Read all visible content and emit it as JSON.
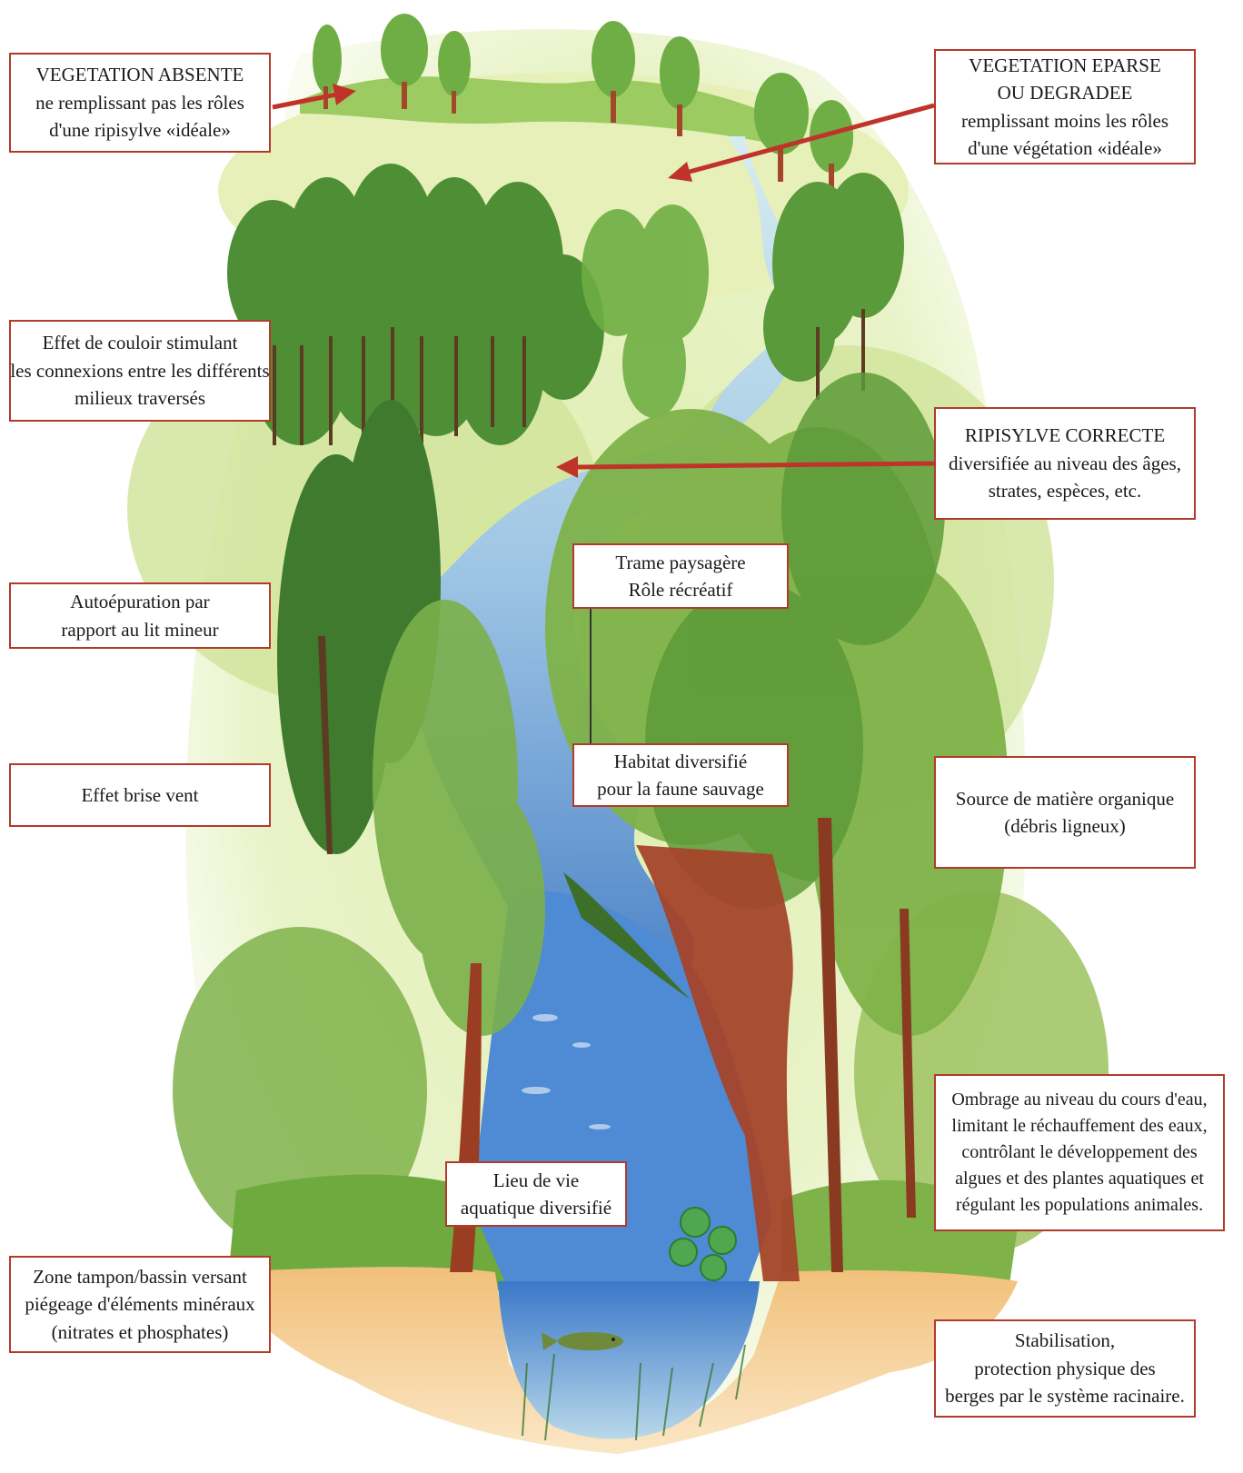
{
  "colors": {
    "border": "#b23a2c",
    "arrow": "#c0332a",
    "water": "#5b8fd6",
    "foliage": "#5e9e3a",
    "grass": "#bcd77a",
    "soil": "#e2a35c",
    "trunk": "#8b3a22"
  },
  "labels": {
    "vegetation_absente": [
      "VEGETATION ABSENTE",
      "ne remplissant pas les rôles",
      "d'une ripisylve «idéale»"
    ],
    "vegetation_eparse": [
      "VEGETATION EPARSE",
      "OU DEGRADEE",
      "remplissant moins les rôles",
      "d'une végétation «idéale»"
    ],
    "effet_couloir": [
      "Effet de couloir stimulant",
      "les connexions entre les différents",
      "milieux traversés"
    ],
    "ripisylve_correcte": [
      "RIPISYLVE CORRECTE",
      "diversifiée au niveau des âges,",
      "strates, espèces, etc."
    ],
    "trame_paysagere": [
      "Trame paysagère",
      "Rôle récréatif"
    ],
    "autoepuration": [
      "Autoépuration par",
      "rapport au lit mineur"
    ],
    "habitat": [
      "Habitat diversifié",
      "pour la faune sauvage"
    ],
    "brise_vent": [
      "Effet brise vent"
    ],
    "matiere_organique": [
      "Source de matière organique",
      "(débris ligneux)"
    ],
    "ombrage": [
      "Ombrage au niveau du cours d'eau,",
      "limitant le réchauffement des eaux,",
      "contrôlant le développement des",
      "algues et des plantes aquatiques et",
      "régulant les populations animales."
    ],
    "lieu_vie": [
      "Lieu de vie",
      "aquatique diversifié"
    ],
    "zone_tampon": [
      "Zone tampon/bassin versant",
      "piégeage d'éléments minéraux",
      "(nitrates et phosphates)"
    ],
    "stabilisation": [
      "Stabilisation,",
      "protection physique des",
      "berges par le système racinaire."
    ]
  }
}
